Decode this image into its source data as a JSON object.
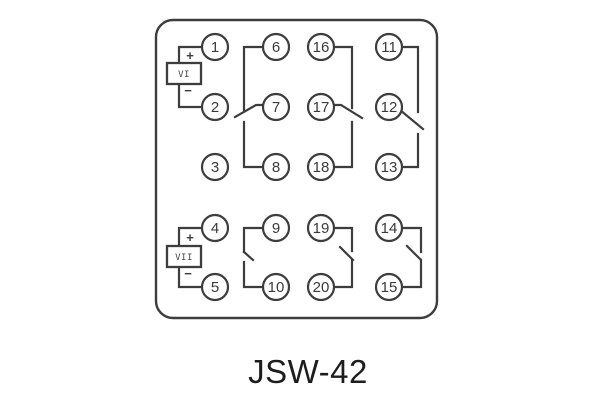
{
  "title": "JSW-42",
  "colors": {
    "line": "#3d3d3d",
    "number_text": "#3a3a3a",
    "title_text": "#1d1d1d",
    "background": "#ffffff"
  },
  "sources": {
    "upper": {
      "label": "VI",
      "plus": "+",
      "minus": "−"
    },
    "lower": {
      "label": "VII",
      "plus": "+",
      "minus": "−"
    }
  },
  "terminals": {
    "1": "1",
    "2": "2",
    "3": "3",
    "4": "4",
    "5": "5",
    "6": "6",
    "7": "7",
    "8": "8",
    "9": "9",
    "10": "10",
    "11": "11",
    "12": "12",
    "13": "13",
    "14": "14",
    "15": "15",
    "16": "16",
    "17": "17",
    "18": "18",
    "19": "19",
    "20": "20"
  }
}
